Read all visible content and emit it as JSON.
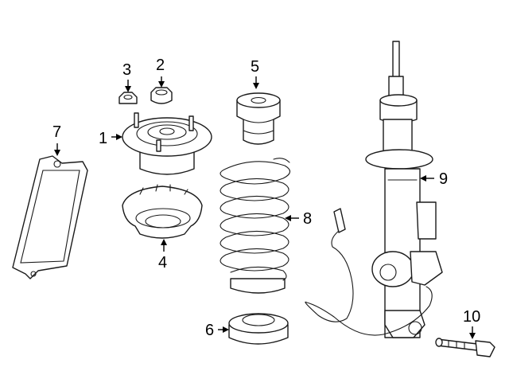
{
  "callouts": {
    "c1": "1",
    "c2": "2",
    "c3": "3",
    "c4": "4",
    "c5": "5",
    "c6": "6",
    "c7": "7",
    "c8": "8",
    "c9": "9",
    "c10": "10"
  },
  "parts": [
    {
      "callout": "1",
      "name": "strut-mount"
    },
    {
      "callout": "2",
      "name": "mount-nut"
    },
    {
      "callout": "3",
      "name": "lock-nut"
    },
    {
      "callout": "4",
      "name": "spring-seat"
    },
    {
      "callout": "5",
      "name": "bump-stop"
    },
    {
      "callout": "6",
      "name": "lower-spring-pad"
    },
    {
      "callout": "7",
      "name": "cover-plate"
    },
    {
      "callout": "8",
      "name": "coil-spring"
    },
    {
      "callout": "9",
      "name": "strut-assembly"
    },
    {
      "callout": "10",
      "name": "bolt"
    }
  ]
}
